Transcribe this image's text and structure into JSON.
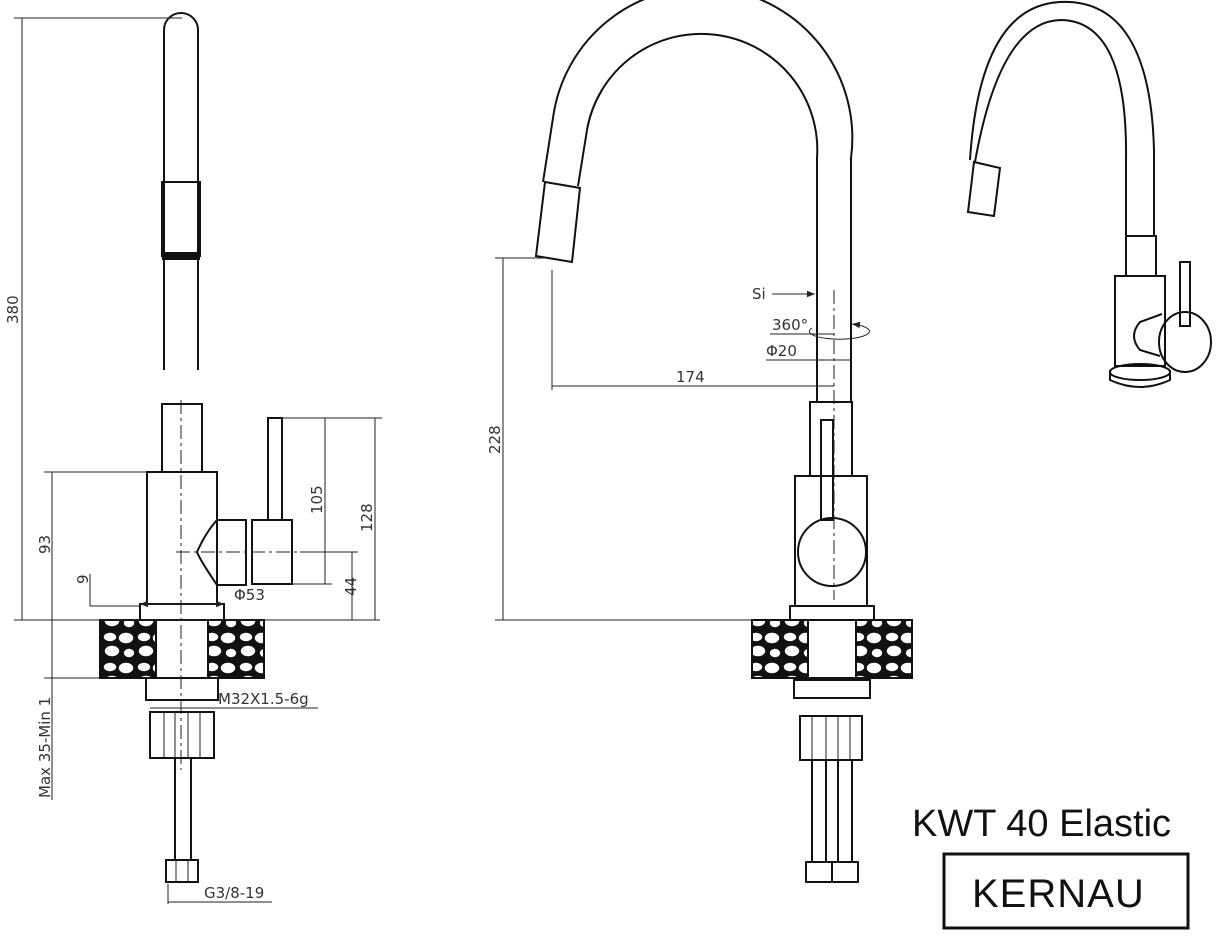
{
  "title": "KWT 40 Elastic",
  "brand": "KERNAU",
  "dims": {
    "h380": "380",
    "h93": "93",
    "h9": "9",
    "d53": "Φ53",
    "h105": "105",
    "h128": "128",
    "h44": "44",
    "thickness": "Max 35-Min 1",
    "thread_m": "M32X1.5-6g",
    "thread_g": "G3/8-19",
    "h228": "228",
    "reach174": "174",
    "si": "Si",
    "rot360": "360°",
    "d20": "Φ20"
  }
}
